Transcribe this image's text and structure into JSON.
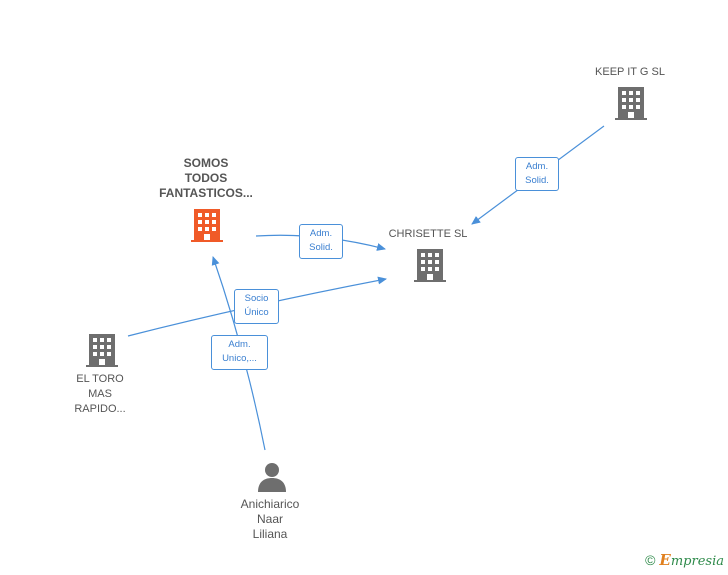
{
  "colors": {
    "edge": "#4a90d9",
    "building": "#6e6e6e",
    "building_highlight": "#f05a28",
    "person": "#6e6e6e",
    "brand_green": "#2e8a4a",
    "brand_orange": "#e0801f"
  },
  "nodes": {
    "somos": {
      "label": [
        "SOMOS",
        "TODOS",
        "FANTASTICOS..."
      ],
      "icon": "building-icon"
    },
    "keep": {
      "label": [
        "KEEP IT G  SL"
      ],
      "icon": "building-icon"
    },
    "chrisette": {
      "label": [
        "CHRISETTE  SL"
      ],
      "icon": "building-icon"
    },
    "toro": {
      "label": [
        "EL TORO",
        "MAS",
        "RAPIDO..."
      ],
      "icon": "building-icon"
    },
    "person": {
      "label": [
        "Anichiarico",
        "Naar",
        "Liliana"
      ],
      "icon": "person-icon"
    }
  },
  "edges": {
    "keep_chrisette": [
      "Adm.",
      "Solid."
    ],
    "somos_chrisette": [
      "Adm.",
      "Solid."
    ],
    "toro_chrisette": [
      "Socio",
      "Único"
    ],
    "person_somos": [
      "Adm.",
      "Unico,..."
    ]
  },
  "footer": {
    "copyright": "©",
    "brand_first": "E",
    "brand_rest": "mpresia"
  }
}
